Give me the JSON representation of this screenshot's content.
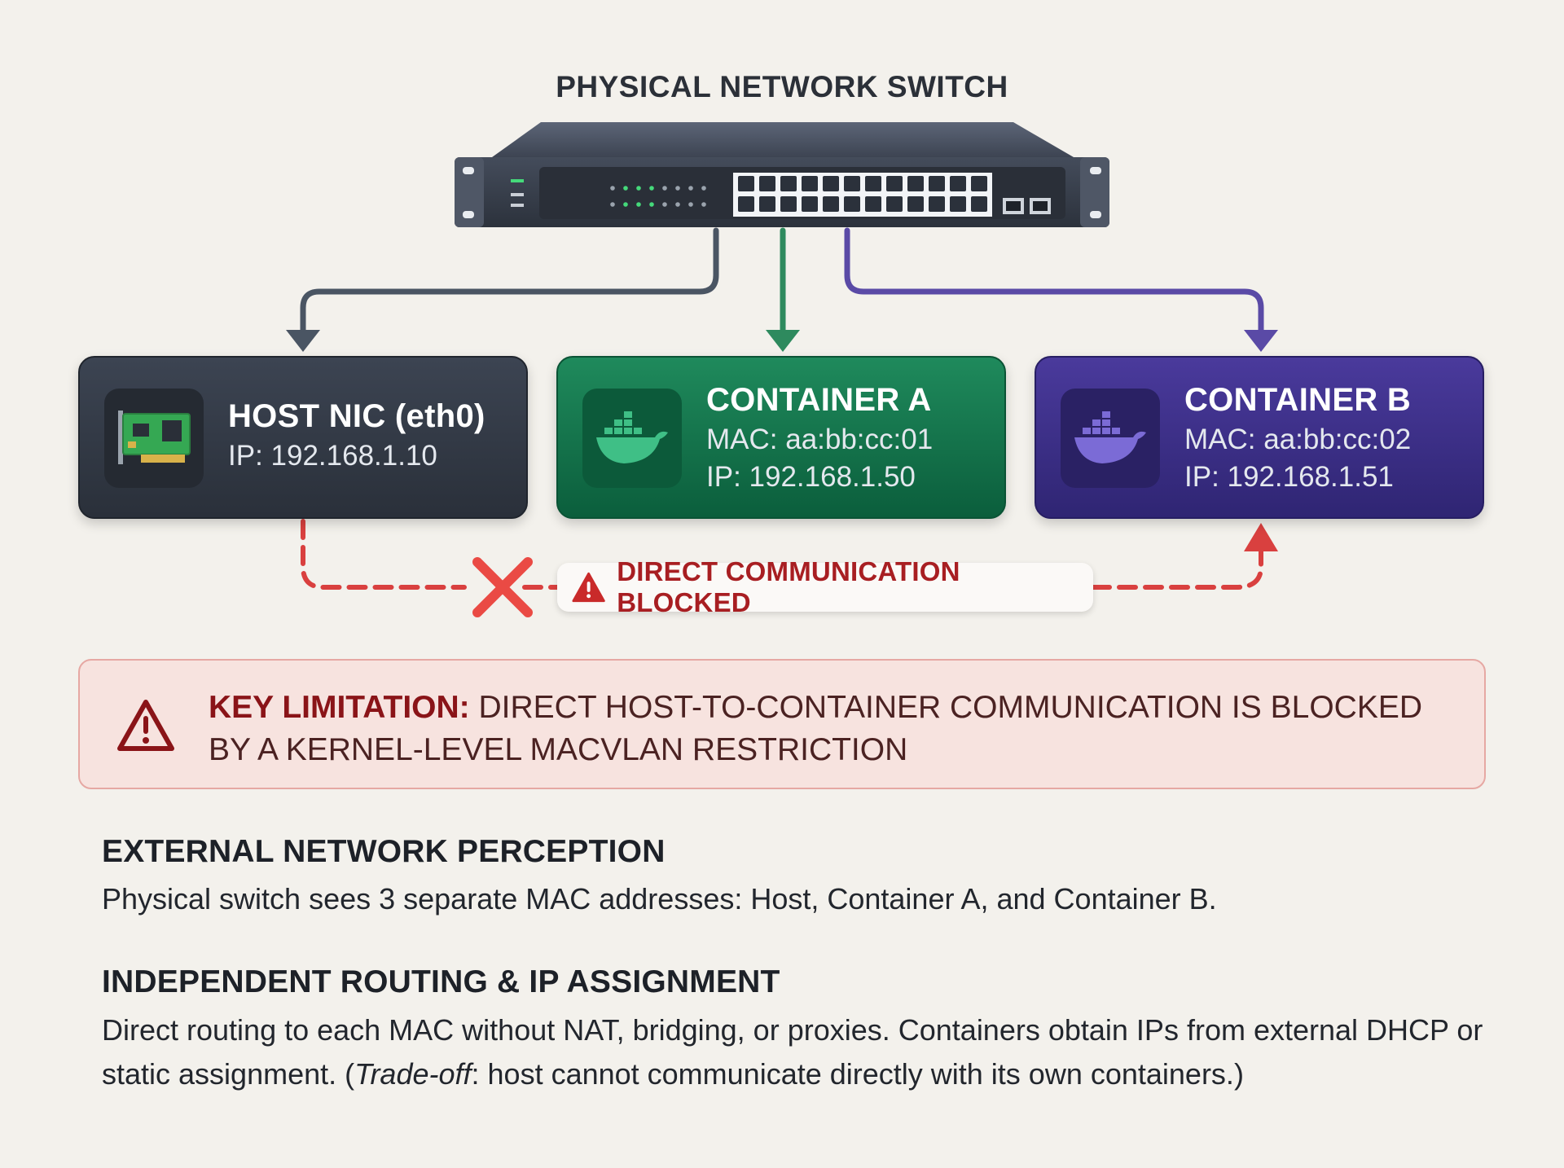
{
  "switch": {
    "title": "PHYSICAL NETWORK SWITCH"
  },
  "nodes": [
    {
      "title": "HOST NIC (eth0)",
      "lines": [
        "IP: 192.168.1.10"
      ],
      "icon": "network-card-icon",
      "color": "#2f3540"
    },
    {
      "title": "CONTAINER A",
      "lines": [
        "MAC: aa:bb:cc:01",
        "IP: 192.168.1.50"
      ],
      "icon": "docker-whale-icon",
      "color": "#137a4e"
    },
    {
      "title": "CONTAINER B",
      "lines": [
        "MAC: aa:bb:cc:02",
        "IP: 192.168.1.51"
      ],
      "icon": "docker-whale-icon",
      "color": "#3b2f88"
    }
  ],
  "link_colors": {
    "host": "#4a5563",
    "container_a": "#2e8a5e",
    "container_b": "#5a4aa6",
    "blocked": "#d9403f"
  },
  "blocked": {
    "label": "DIRECT COMMUNICATION BLOCKED",
    "icon": "warning-icon"
  },
  "limitation": {
    "strong": "KEY LIMITATION:",
    "text": " DIRECT HOST-TO-CONTAINER COMMUNICATION IS BLOCKED BY A KERNEL-LEVEL MACVLAN RESTRICTION",
    "icon": "warning-triangle-icon"
  },
  "sections": [
    {
      "title": "EXTERNAL NETWORK PERCEPTION",
      "body": "Physical switch sees 3 separate MAC addresses: Host, Container A, and Container B."
    },
    {
      "title": "INDEPENDENT ROUTING & IP ASSIGNMENT",
      "body_before": "Direct routing to each MAC without NAT, bridging, or proxies. Containers obtain IPs from external DHCP or static assignment. (",
      "body_em": "Trade-off",
      "body_after": ": host cannot communicate directly with its own containers.)"
    }
  ]
}
